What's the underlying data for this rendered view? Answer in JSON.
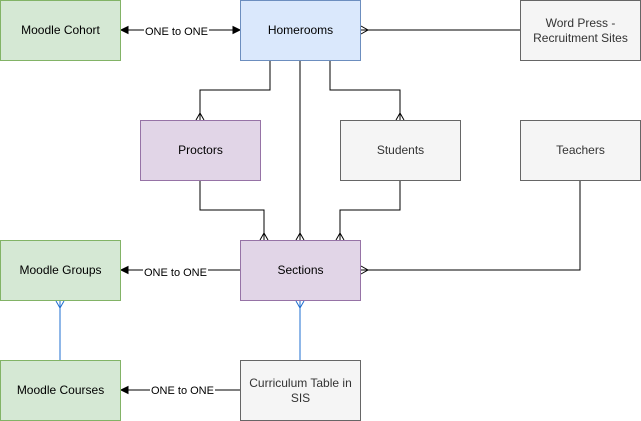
{
  "nodes": {
    "moodle_cohort": "Moodle Cohort",
    "homerooms": "Homerooms",
    "wordpress": "Word Press - Recruitment Sites",
    "proctors": "Proctors",
    "students": "Students",
    "teachers": "Teachers",
    "moodle_groups": "Moodle Groups",
    "sections": "Sections",
    "moodle_courses": "Moodle Courses",
    "curriculum": "Curriculum Table in SIS"
  },
  "edge_labels": {
    "cohort_homerooms": "ONE to ONE",
    "groups_sections": "ONE to ONE",
    "courses_curriculum": "ONE to ONE"
  },
  "colors": {
    "edge": "#000000",
    "edge_blue": "#1f6fd1"
  }
}
